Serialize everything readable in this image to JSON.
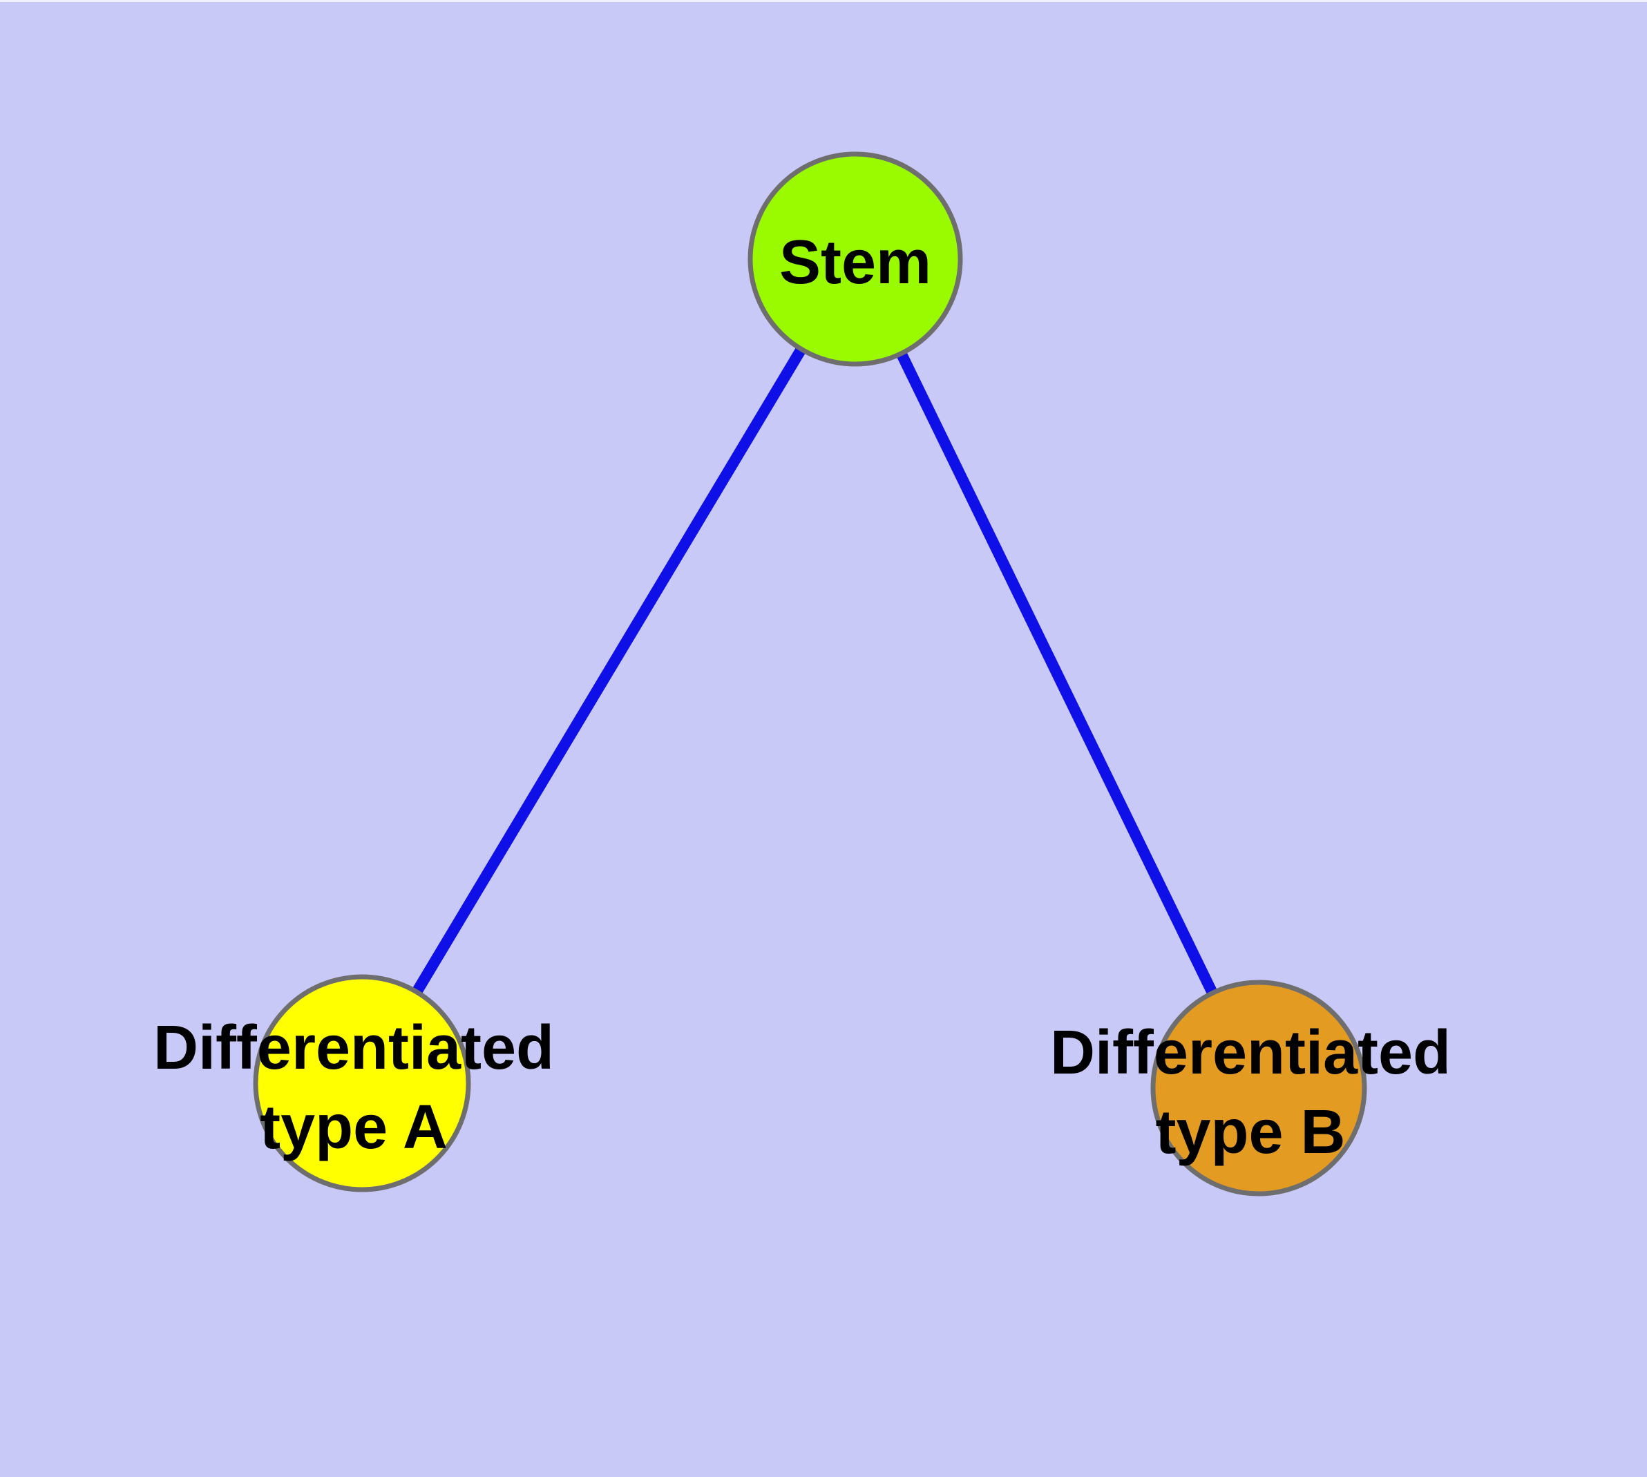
{
  "canvas": {
    "background_color": "#c9c9f8",
    "node_border_color": "#6e6e6e",
    "edge_color": "#0f0fe8",
    "label_color": "#000000"
  },
  "diagram": {
    "type": "node-link-graph",
    "nodes": [
      {
        "id": "stem",
        "label": "Stem",
        "label_lines": [
          "Stem"
        ],
        "fill": "#9afb00"
      },
      {
        "id": "differentiated-type-a",
        "label": "Differentiated type A",
        "label_lines": [
          "Differentiated",
          "type A"
        ],
        "fill": "#ffff00"
      },
      {
        "id": "differentiated-type-b",
        "label": "Differentiated type B",
        "label_lines": [
          "Differentiated",
          "type B"
        ],
        "fill": "#e49b22"
      }
    ],
    "edges": [
      {
        "from": "stem",
        "to": "differentiated-type-a"
      },
      {
        "from": "stem",
        "to": "differentiated-type-b"
      }
    ]
  }
}
